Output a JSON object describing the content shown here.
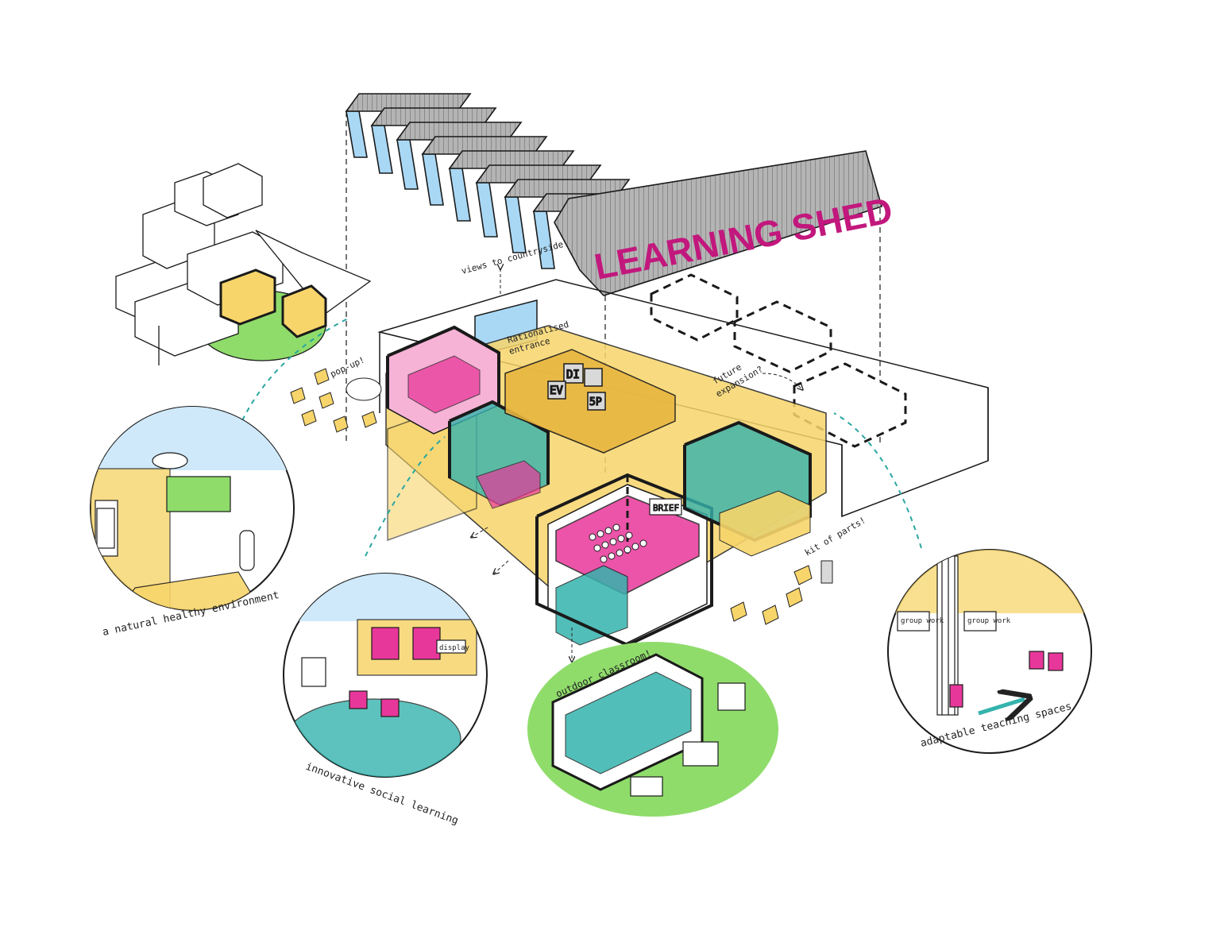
{
  "title": "LEARNING SHED",
  "colors": {
    "yellow": "#f7d56b",
    "magenta": "#e8379a",
    "magenta_light": "#f6b3d6",
    "teal": "#35b3ad",
    "green": "#8fdc6b",
    "roof": "#9a9a9a",
    "glass": "#a9d8f5",
    "title": "#c2187d",
    "ink": "#1a1a1a",
    "dash": "#2aa6a1"
  },
  "annotations": {
    "views": "views to countryside",
    "entrance_1": "Rationalised",
    "entrance_2": "entrance",
    "future_1": "future",
    "future_2": "expansion?",
    "popup": "pop-up!",
    "kit": "kit of parts!",
    "outdoor": "outdoor classroom!"
  },
  "signs": {
    "brief": "BRIEF",
    "event_1": "EV",
    "event_2": "DI",
    "event_3": "5P"
  },
  "vignettes": {
    "natural": {
      "caption": "a natural healthy environment"
    },
    "social": {
      "caption": "innovative social learning",
      "board": "display"
    },
    "adaptable": {
      "caption": "adaptable teaching spaces",
      "label_1": "group work",
      "label_2": "group work"
    }
  },
  "icons": [
    "arrow-icon",
    "person-icon",
    "chair-icon",
    "cloud-icon",
    "bookshelf-icon"
  ]
}
